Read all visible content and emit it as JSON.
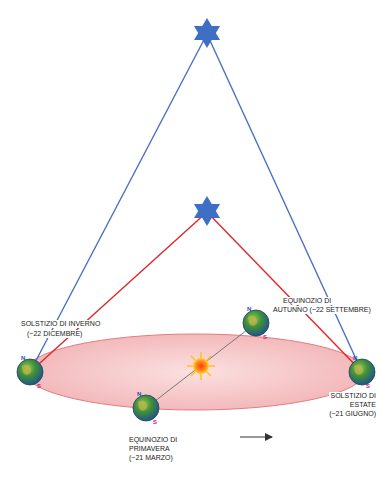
{
  "diagram": {
    "labels": [
      "SOLSTIZIO DI INVERNO",
      "(~22 DICEMBRE)",
      "EQUINOZIO DI",
      "AUTUNNO (~22 SETTEMBRE)",
      "EQUINOZIO DI",
      "PRIMAVERA",
      "(~21 MARZO)",
      "SOLSTIZIO DI",
      "ESTATE",
      "(~21 GIUGNO)",
      "N",
      "S",
      "N",
      "S",
      "N",
      "S",
      "N",
      "S"
    ]
  }
}
